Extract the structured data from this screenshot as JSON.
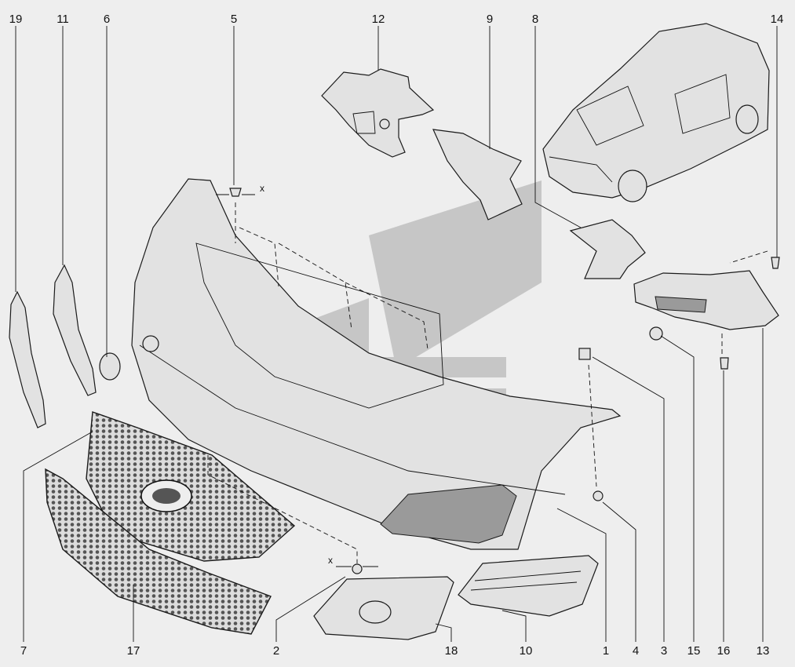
{
  "labels": {
    "top": [
      "19",
      "11",
      "6",
      "5",
      "12",
      "9",
      "8",
      "14"
    ],
    "bottom": [
      "7",
      "17",
      "2",
      "18",
      "10",
      "1",
      "4",
      "3",
      "15",
      "16",
      "13"
    ]
  },
  "dimension_marks": [
    "x",
    "x"
  ],
  "colors": {
    "background": "#eeeeee",
    "line": "#1a1a1a",
    "watermark": "#c6c6c6"
  },
  "icons": [
    "car-icon",
    "emblem-icon",
    "watermark-logo"
  ]
}
